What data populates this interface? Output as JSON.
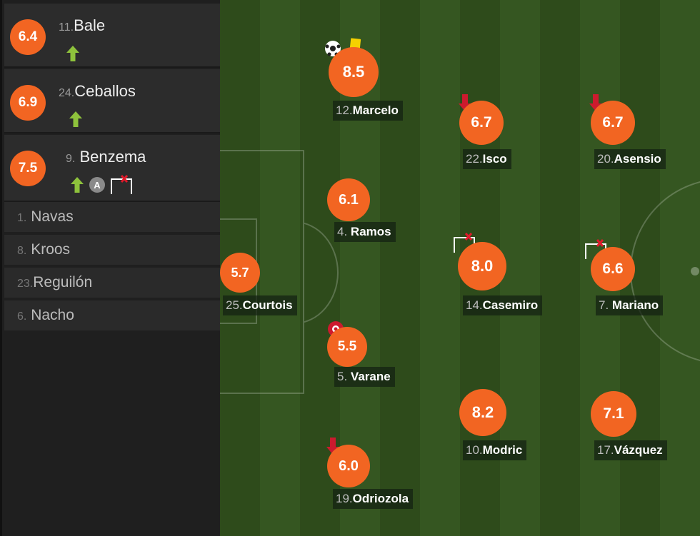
{
  "colors": {
    "rating_bg": "#f26522",
    "pitch_dark": "#2e4b1b",
    "pitch_light": "#355621",
    "sidebar_bg": "#2c2c2c"
  },
  "substitutes": [
    {
      "number": "11.",
      "name": "Bale",
      "rating": "6.4",
      "icons": [
        "sub-in-arrow-icon"
      ]
    },
    {
      "number": "24.",
      "name": "Ceballos",
      "rating": "6.9",
      "icons": [
        "sub-in-arrow-icon"
      ]
    },
    {
      "number": "9.",
      "name": "Benzema",
      "rating": "7.5",
      "icons": [
        "sub-in-arrow-icon",
        "assist-icon",
        "missed-chance-goalpost-icon"
      ]
    }
  ],
  "bench": [
    {
      "number": "1.",
      "name": "Navas"
    },
    {
      "number": "8.",
      "name": "Kroos"
    },
    {
      "number": "23.",
      "name": "Reguilón"
    },
    {
      "number": "6.",
      "name": "Nacho"
    }
  ],
  "players": [
    {
      "number": "12.",
      "name": "Marcelo",
      "rating": "8.5",
      "icons": [
        "goal-ball-icon",
        "yellow-card-icon"
      ]
    },
    {
      "number": "22.",
      "name": "Isco",
      "rating": "6.7",
      "icons": [
        "sub-out-arrow-icon"
      ]
    },
    {
      "number": "20.",
      "name": "Asensio",
      "rating": "6.7",
      "icons": [
        "sub-out-arrow-icon"
      ]
    },
    {
      "number": "4.",
      "name": "Ramos",
      "rating": "6.1",
      "icons": []
    },
    {
      "number": "14.",
      "name": "Casemiro",
      "rating": "8.0",
      "icons": [
        "missed-chance-goalpost-icon"
      ]
    },
    {
      "number": "7.",
      "name": "Mariano",
      "rating": "6.6",
      "icons": [
        "missed-chance-goalpost-icon"
      ]
    },
    {
      "number": "25.",
      "name": "Courtois",
      "rating": "5.7",
      "icons": []
    },
    {
      "number": "5.",
      "name": "Varane",
      "rating": "5.5",
      "icons": [
        "own-goal-icon"
      ]
    },
    {
      "number": "10.",
      "name": "Modric",
      "rating": "8.2",
      "icons": []
    },
    {
      "number": "17.",
      "name": "Vázquez",
      "rating": "7.1",
      "icons": []
    },
    {
      "number": "19.",
      "name": "Odriozola",
      "rating": "6.0",
      "icons": [
        "sub-out-arrow-icon"
      ]
    }
  ]
}
